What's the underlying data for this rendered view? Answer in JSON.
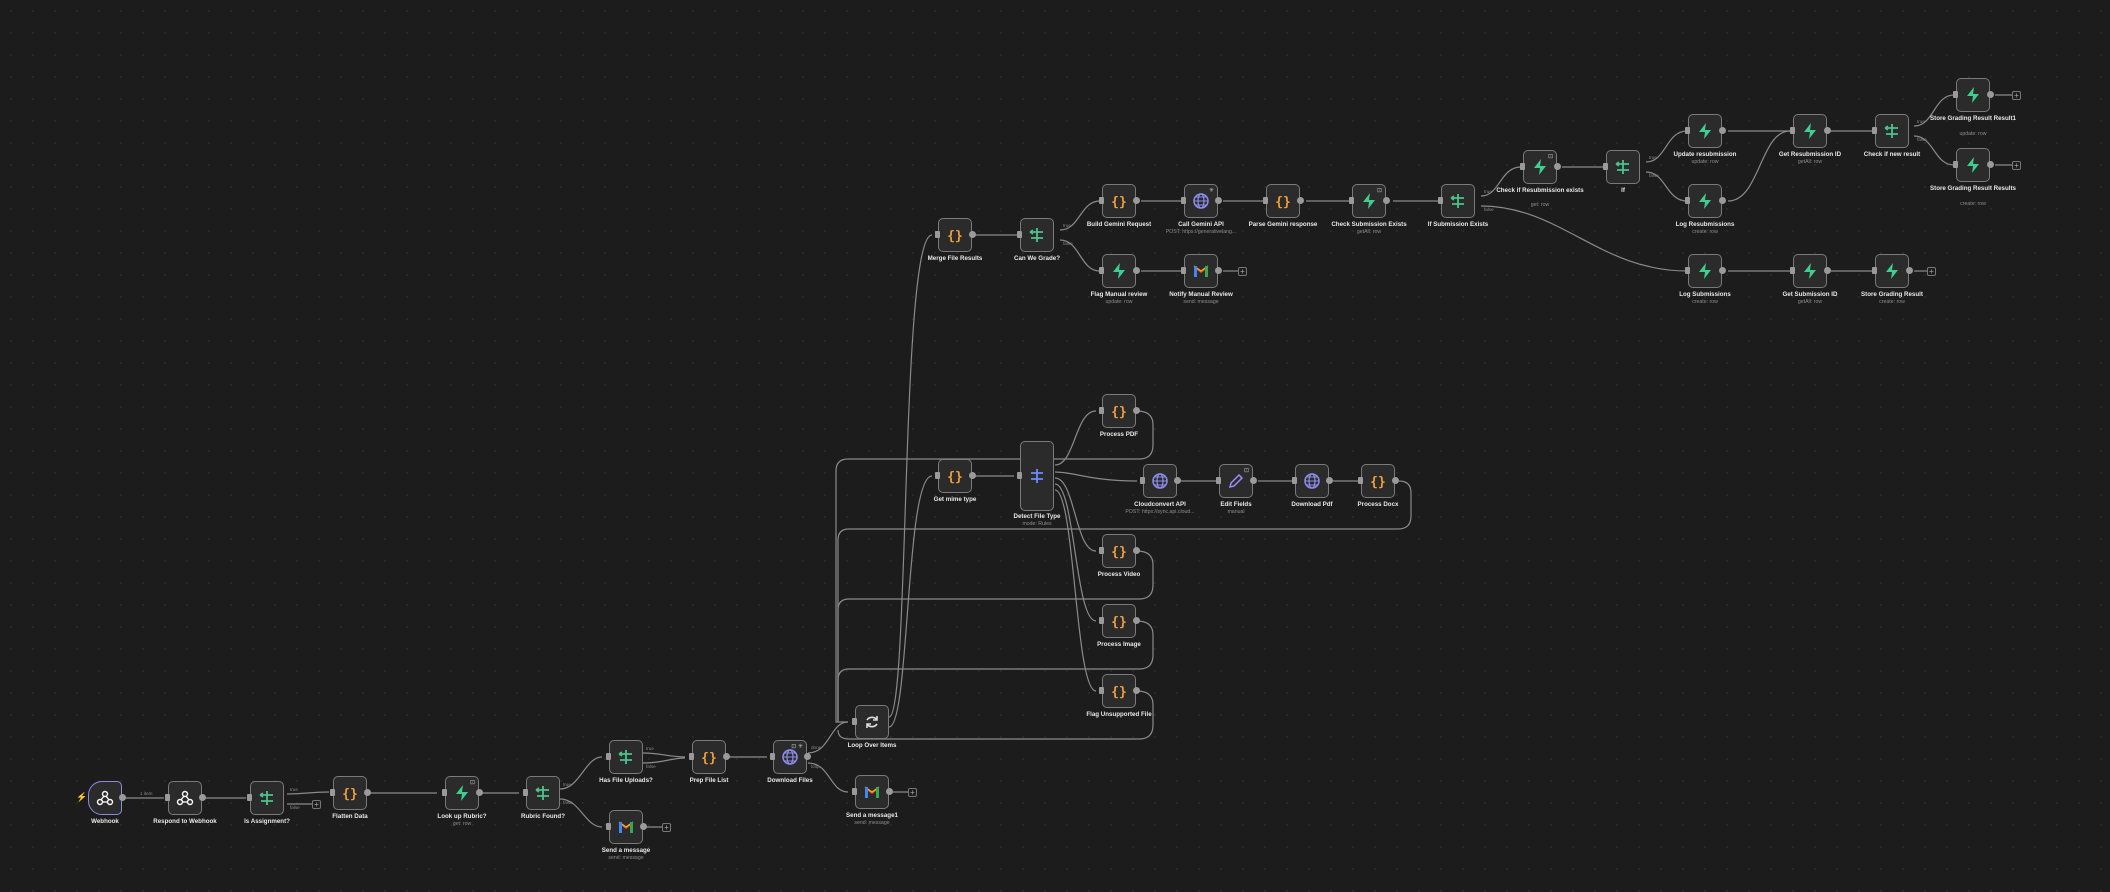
{
  "canvas": {
    "accent_color": "#8a8ae0",
    "edge_labels": [
      {
        "id": "wh",
        "text": "1 item"
      },
      {
        "id": "t1",
        "text": "true"
      },
      {
        "id": "f1",
        "text": "false"
      },
      {
        "id": "t2",
        "text": "true"
      },
      {
        "id": "f2",
        "text": "false"
      },
      {
        "id": "t3",
        "text": "true"
      },
      {
        "id": "f3",
        "text": "false"
      },
      {
        "id": "done",
        "text": "done"
      },
      {
        "id": "loop",
        "text": "loop"
      },
      {
        "id": "t4",
        "text": "true"
      },
      {
        "id": "f4",
        "text": "false"
      },
      {
        "id": "t5",
        "text": "true"
      },
      {
        "id": "f5",
        "text": "false"
      },
      {
        "id": "t6",
        "text": "true"
      },
      {
        "id": "f6",
        "text": "false"
      },
      {
        "id": "t7",
        "text": "true"
      },
      {
        "id": "f7",
        "text": "false"
      }
    ]
  },
  "nodes": {
    "webhook": {
      "label": "Webhook",
      "icon": "webhook-icon"
    },
    "respond": {
      "label": "Respond to Webhook",
      "icon": "webhook-icon"
    },
    "is_assignment": {
      "label": "Is Assignment?",
      "icon": "if-icon"
    },
    "flatten": {
      "label": "Flatten Data",
      "icon": "code-icon"
    },
    "lookup_rubric": {
      "label": "Look up Rubric?",
      "sub": "get: row",
      "icon": "supabase-icon"
    },
    "rubric_found": {
      "label": "Rubric Found?",
      "icon": "if-icon"
    },
    "send_msg_1": {
      "label": "Send a message",
      "sub": "send: message",
      "icon": "gmail-icon"
    },
    "has_uploads": {
      "label": "Has File Uploads?",
      "icon": "if-icon"
    },
    "prep_list": {
      "label": "Prep File List",
      "icon": "code-icon"
    },
    "download_files": {
      "label": "Download Files",
      "icon": "globe-icon"
    },
    "loop": {
      "label": "Loop Over Items",
      "icon": "loop-icon"
    },
    "send_msg_2": {
      "label": "Send a message1",
      "sub": "send: message",
      "icon": "gmail-icon"
    },
    "get_mime": {
      "label": "Get mime type",
      "icon": "code-icon"
    },
    "detect_type": {
      "label": "Detect File Type",
      "sub": "mode: Rules",
      "icon": "switch-icon"
    },
    "process_pdf": {
      "label": "Process PDF",
      "icon": "code-icon"
    },
    "cloudconvert": {
      "label": "Cloudconvert API",
      "sub": "POST: https://sync.api.cloud...",
      "icon": "globe-icon"
    },
    "edit_fields": {
      "label": "Edit Fields",
      "sub": "manual",
      "icon": "pencil-icon"
    },
    "download_pdf": {
      "label": "Download Pdf",
      "icon": "globe-icon"
    },
    "process_docx": {
      "label": "Process Docx",
      "icon": "code-icon"
    },
    "process_video": {
      "label": "Process Video",
      "icon": "code-icon"
    },
    "process_image": {
      "label": "Process Image",
      "icon": "code-icon"
    },
    "flag_unsupported": {
      "label": "Flag Unsupported File",
      "icon": "code-icon"
    },
    "merge": {
      "label": "Merge File Results",
      "icon": "code-icon"
    },
    "can_grade": {
      "label": "Can We Grade?",
      "icon": "if-icon"
    },
    "build_gemini": {
      "label": "Build Gemini Request",
      "icon": "code-icon"
    },
    "call_gemini": {
      "label": "Call Gemini API",
      "sub": "POST: https://generativelang...",
      "icon": "globe-icon"
    },
    "parse_gemini": {
      "label": "Parse Gemini response",
      "icon": "code-icon"
    },
    "check_sub": {
      "label": "Check Submission Exists",
      "sub": "getAll: row",
      "icon": "supabase-icon"
    },
    "if_sub": {
      "label": "If Submission Exists",
      "icon": "if-icon"
    },
    "check_resub": {
      "label": "Check if Resubmission exists",
      "sub": "get: row",
      "icon": "supabase-icon"
    },
    "if": {
      "label": "If",
      "icon": "if-icon"
    },
    "update_resub": {
      "label": "Update resubmission",
      "sub": "update: row",
      "icon": "supabase-icon"
    },
    "log_resubs": {
      "label": "Log Resubmissions",
      "sub": "create: row",
      "icon": "supabase-icon"
    },
    "get_resub_id": {
      "label": "Get Resubmission ID",
      "sub": "getAll: row",
      "icon": "supabase-icon"
    },
    "check_new_result": {
      "label": "Check if new result",
      "icon": "if-icon"
    },
    "store_result1": {
      "label": "Store Grading Result Result1",
      "sub": "update: row",
      "icon": "supabase-icon"
    },
    "store_result_results": {
      "label": "Store Grading Result Results",
      "sub": "create: row",
      "icon": "supabase-icon"
    },
    "flag_manual": {
      "label": "Flag Manual review",
      "sub": "update: row",
      "icon": "supabase-icon"
    },
    "notify_manual": {
      "label": "Notify Manual Review",
      "sub": "send: message",
      "icon": "gmail-icon"
    },
    "log_subs": {
      "label": "Log Submissions",
      "sub": "create: row",
      "icon": "supabase-icon"
    },
    "get_sub_id": {
      "label": "Get Submission ID",
      "sub": "getAll: row",
      "icon": "supabase-icon"
    },
    "store_result": {
      "label": "Store Grading Result",
      "sub": "create: row",
      "icon": "supabase-icon"
    }
  }
}
